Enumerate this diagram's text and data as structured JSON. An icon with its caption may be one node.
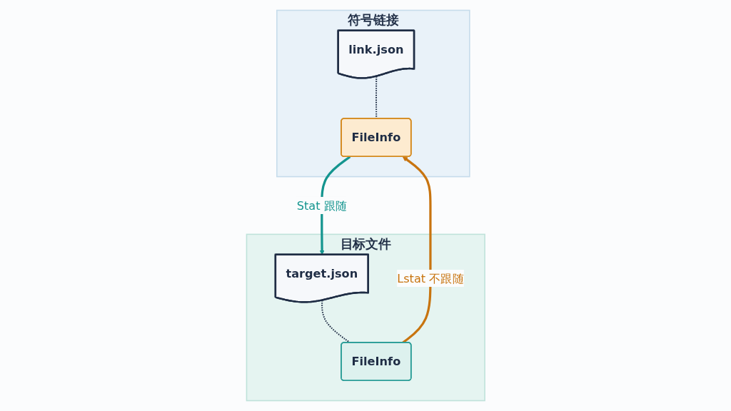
{
  "diagram": {
    "nodes": [
      {
        "text": [
          "符号链接"
        ]
      },
      {
        "text": [
          "link.json"
        ],
        "in": 0
      },
      {
        "text": [
          "FileInfo"
        ],
        "in": 0
      },
      {
        "text": [
          "目标文件"
        ]
      },
      {
        "text": [
          "target.json"
        ],
        "in": 3
      },
      {
        "text": [
          "FileInfo"
        ],
        "in": 3
      }
    ],
    "edges": [
      {
        "from": 1,
        "to": 2,
        "arrow": "none",
        "style": "dashed"
      },
      {
        "from": 2,
        "to": 4,
        "arrow": "to",
        "label": "Stat 跟随",
        "color": "#14958f"
      },
      {
        "from": 4,
        "to": 5,
        "arrow": "none",
        "style": "dashed"
      },
      {
        "from": 5,
        "to": 2,
        "arrow": "to",
        "label": "Lstat 不跟随",
        "color": "#c8740f"
      }
    ]
  }
}
